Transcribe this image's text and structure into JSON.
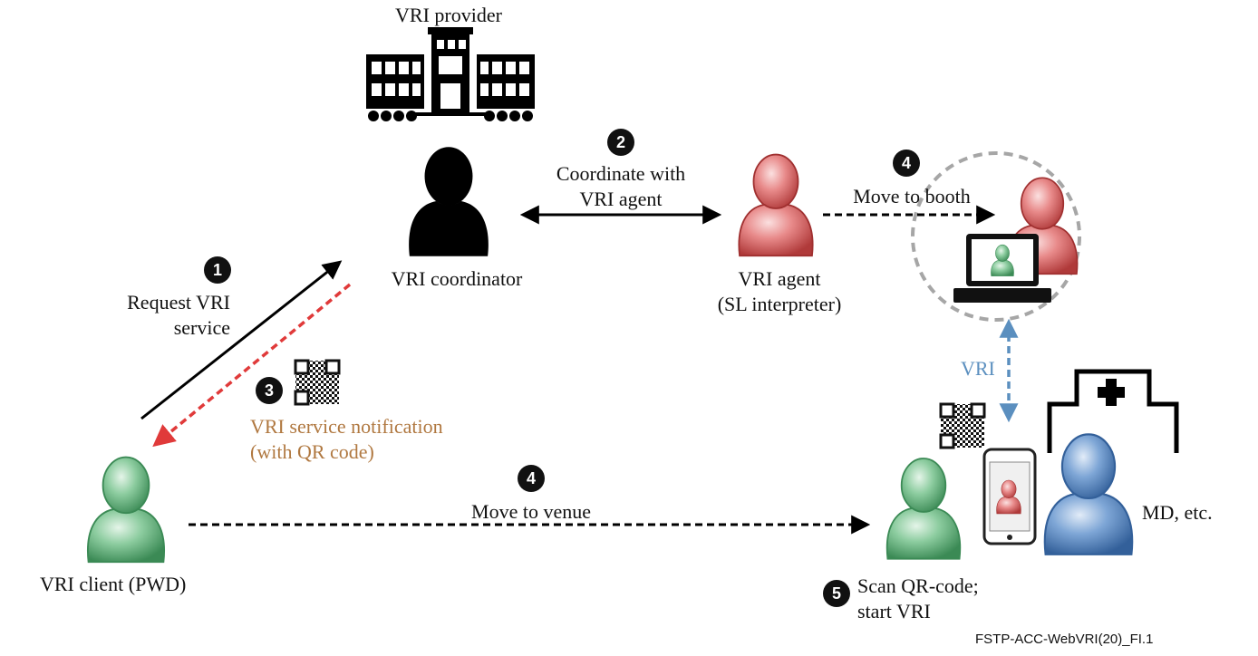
{
  "provider": {
    "label": "VRI provider"
  },
  "coordinator": {
    "label": "VRI coordinator"
  },
  "agent": {
    "line1": "VRI agent",
    "line2": "(SL interpreter)"
  },
  "client": {
    "label": "VRI client (PWD)"
  },
  "md": {
    "label": "MD, etc."
  },
  "steps": [
    {
      "num": "1",
      "line1": "Request VRI",
      "line2": "service"
    },
    {
      "num": "2",
      "line1": "Coordinate with",
      "line2": "VRI agent"
    },
    {
      "num": "3",
      "line1": "VRI service notification",
      "line2": "(with QR code)"
    },
    {
      "num": "4",
      "line1": "Move to booth"
    },
    {
      "num": "4",
      "line1": "Move to venue"
    },
    {
      "num": "5",
      "line1": "Scan QR-code;",
      "line2": "start VRI"
    }
  ],
  "vri_link": {
    "label": "VRI"
  },
  "figure_ref": "FSTP-ACC-WebVRI(20)_FI.1",
  "colors": {
    "coordinator": "#000000",
    "agent": "#e06c6c",
    "client": "#6fba86",
    "md": "#5f8fc8",
    "notification_arrow": "#e03a3a",
    "vri_arrow": "#5b8fbf",
    "booth_circle": "#a6a6a6",
    "notification_text": "#b07840"
  }
}
